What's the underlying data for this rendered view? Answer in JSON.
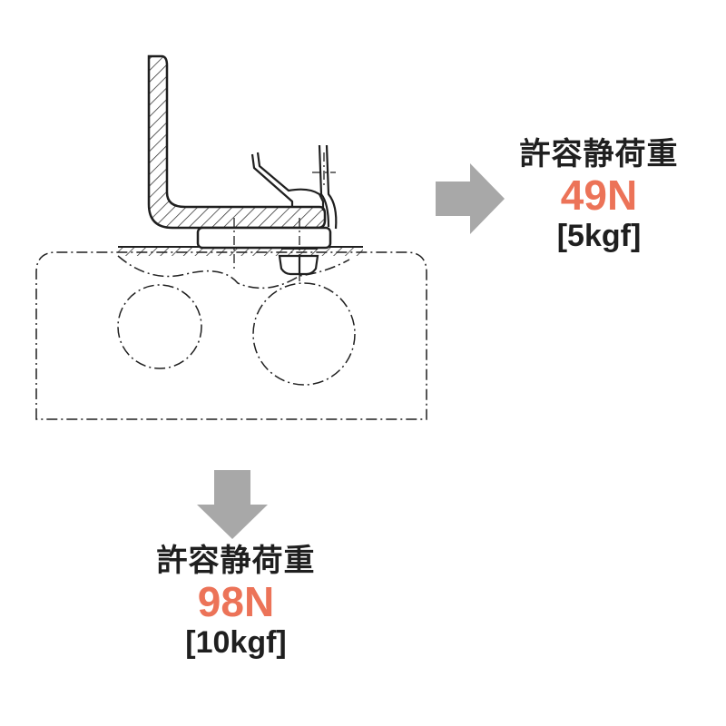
{
  "colors": {
    "arrow": "#a8a8a8",
    "value": "#ec7358",
    "line": "#1f1f1f"
  },
  "side_load": {
    "label": "許容静荷重",
    "value": "49N",
    "kgf": "[5kgf]"
  },
  "down_load": {
    "label": "許容静荷重",
    "value": "98N",
    "kgf": "[10kgf]"
  }
}
